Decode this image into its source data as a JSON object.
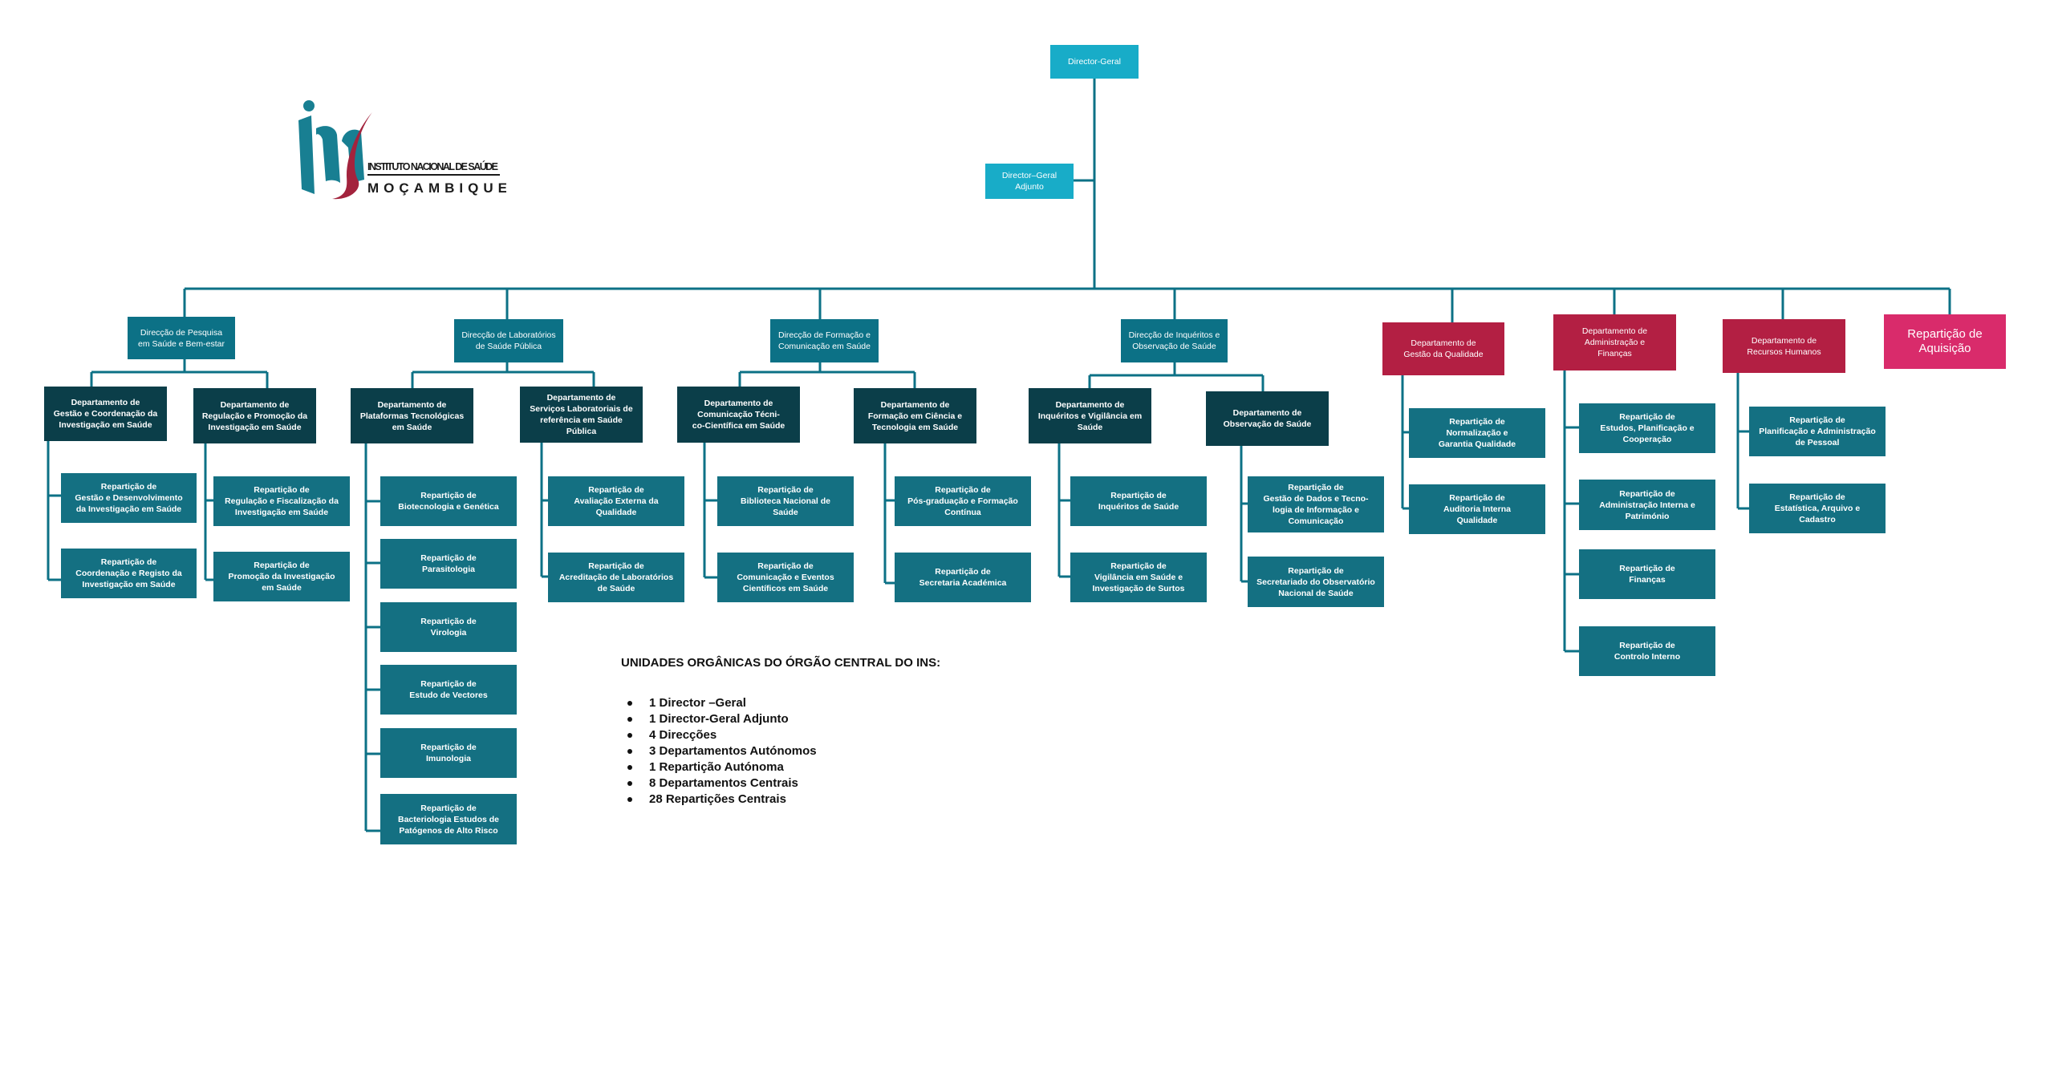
{
  "colors": {
    "top": "#18acc8",
    "direction": "#0c7186",
    "department": "#0b3e49",
    "repartition": "#147082",
    "crimson": "#b31f43",
    "pink": "#d92b6b",
    "line": "#0c7186"
  },
  "logo": {
    "line1": "INSTITUTO NACIONAL DE SAÚDE",
    "line2": "MOÇAMBIQUE",
    "icon": "ins-logo-icon"
  },
  "top": {
    "director_general": "Director-Geral",
    "deputy": "Director–Geral\nAdjunto"
  },
  "level1": [
    "Direcção de Pesquisa\nem Saúde e Bem-estar",
    "Direcção de Laboratórios\nde Saúde Pública",
    "Direcção de Formação e\nComunicação em Saúde",
    "Direcção de Inquéritos e\nObservação de Saúde",
    "Departamento de\nGestão da Qualidade",
    "Departamento de\nAdministração e\nFinanças",
    "Departamento de\nRecursos Humanos",
    "Repartição de\nAquisição"
  ],
  "departments": [
    "Departamento de\nGestão e Coordenação da\nInvestigação em Saúde",
    "Departamento de\nRegulação e Promoção da\nInvestigação em Saúde",
    "Departamento de\nPlataformas Tecnológicas\nem Saúde",
    "Departamento de\nServiços Laboratoriais de\nreferência em Saúde\nPública",
    "Departamento de\nComunicação Técni-\nco-Científica em Saúde",
    "Departamento de\nFormação em Ciência e\nTecnologia em Saúde",
    "Departamento de\nInquéritos e Vigilância em\nSaúde",
    "Departamento de\nObservação de Saúde"
  ],
  "repartitions": [
    "Repartição de\nGestão e Desenvolvimento\nda Investigação em Saúde",
    "Repartição de\nCoordenação e Registo da\nInvestigação em Saúde",
    "Repartição de\nRegulação e Fiscalização da\nInvestigação em Saúde",
    "Repartição de\nPromoção da Investigação\nem Saúde",
    "Repartição de\nBiotecnologia e Genética",
    "Repartição de\nParasitologia",
    "Repartição de\nVirologia",
    "Repartição de\nEstudo de Vectores",
    "Repartição de\nImunologia",
    "Repartição de\nBacteriologia Estudos de\nPatógenos de Alto Risco",
    "Repartição de\nAvaliação Externa da\nQualidade",
    "Repartição de\nAcreditação  de Laboratórios\nde Saúde",
    "Repartição de\nBiblioteca Nacional de\nSaúde",
    "Repartição de\nComunicação e Eventos\nCientíficos em Saúde",
    "Repartição de\nPós-graduação e Formação\nContínua",
    "Repartição de\nSecretaria Académica",
    "Repartição de\nInquéritos de Saúde",
    "Repartição de\nVigilância em Saúde e\nInvestigação de Surtos",
    "Repartição de\nGestão de Dados e Tecno-\nlogia de Informação e\nComunicação",
    "Repartição de\nSecretariado do Observatório\nNacional de Saúde",
    "Repartição de\nNormalização e\nGarantia Qualidade",
    "Repartição de\nAuditoria Interna\nQualidade",
    "Repartição de\nEstudos, Planificação e\nCooperação",
    "Repartição de\nAdministração Interna e\nPatrimónio",
    "Repartição de\nFinanças",
    "Repartição de\nControlo Interno",
    "Repartição de\nPlanificação e Administração\nde Pessoal",
    "Repartição de\nEstatística, Arquivo e\nCadastro"
  ],
  "summary": {
    "title": "UNIDADES ORGÂNICAS DO ÓRGÃO CENTRAL DO INS:",
    "items": [
      "1 Director –Geral",
      "1 Director-Geral Adjunto",
      "4 Direcções",
      "3 Departamentos Autónomos",
      "1 Repartição Autónoma",
      "8 Departamentos Centrais",
      "28 Repartições Centrais"
    ]
  }
}
